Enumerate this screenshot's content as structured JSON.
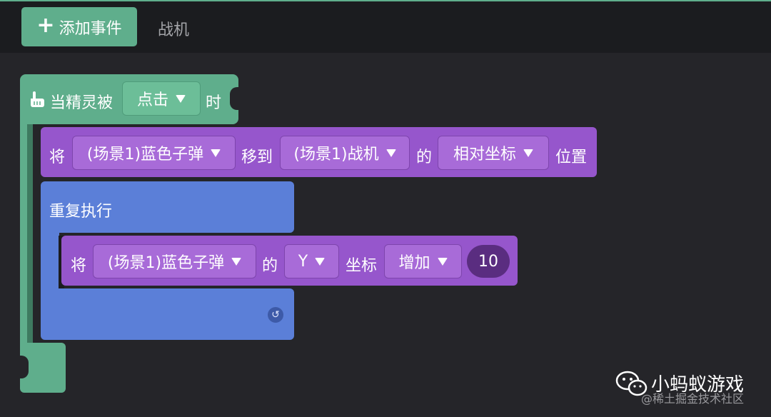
{
  "toolbar": {
    "add_event_label": "添加事件",
    "sprite_tab_label": "战机"
  },
  "event_block": {
    "prefix": "当精灵被",
    "trigger": "点击",
    "suffix": "时"
  },
  "move_block": {
    "word_set": "将",
    "target": "(场景1)蓝色子弹",
    "word_move": "移到",
    "destination": "(场景1)战机",
    "word_of": "的",
    "coord_mode": "相对坐标",
    "word_position": "位置"
  },
  "repeat_block": {
    "label": "重复执行"
  },
  "change_block": {
    "word_set": "将",
    "target": "(场景1)蓝色子弹",
    "word_of": "的",
    "axis": "Y",
    "word_coord": "坐标",
    "operation": "增加",
    "amount": "10"
  },
  "watermark": {
    "brand": "小蚂蚁游戏",
    "source": "@稀土掘金技术社区"
  },
  "colors": {
    "event": "#5fae8c",
    "action": "#9656cc",
    "control": "#5b7fd8",
    "background": "#252529"
  }
}
